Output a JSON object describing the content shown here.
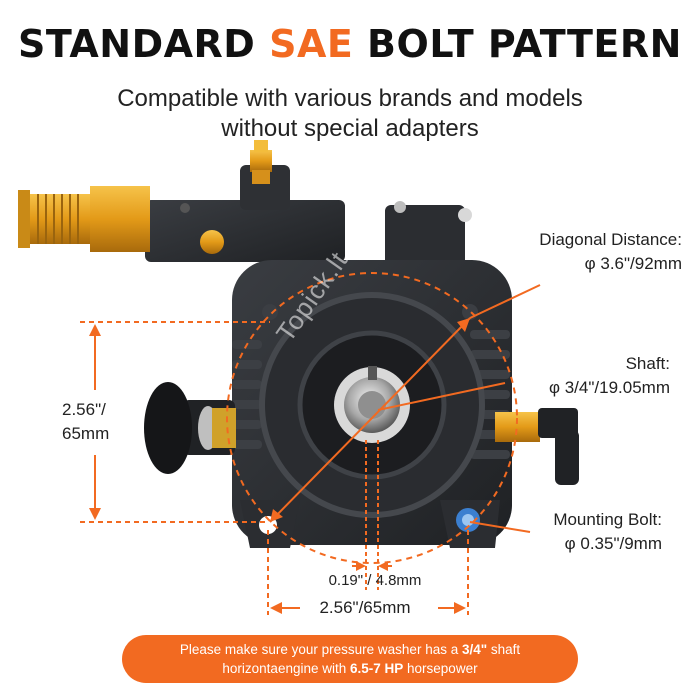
{
  "header": {
    "title_pre": "STANDARD ",
    "title_accent": "SAE",
    "title_post": " BOLT PATTERN",
    "subtitle_line1": "Compatible with various brands and models",
    "subtitle_line2": "without special adapters"
  },
  "specs": {
    "diagonal_label": "Diagonal Distance:",
    "diagonal_value": "φ 3.6\"/92mm",
    "shaft_label": "Shaft:",
    "shaft_value": "φ 3/4\"/19.05mm",
    "bolt_label": "Mounting Bolt:",
    "bolt_value": "φ 0.35\"/9mm"
  },
  "dimensions": {
    "vertical_line1": "2.56\"/",
    "vertical_line2": "65mm",
    "keyway": "0.19\" / 4.8mm",
    "horizontal": "2.56\"/65mm"
  },
  "watermark": "Topick.lt",
  "footer": {
    "part1": "Please make sure your pressure washer has a ",
    "bold1": "3/4\"",
    "part2": " shaft",
    "part3": "horizontaengine with ",
    "bold2": "6.5-7 HP",
    "part4": " horsepower"
  },
  "colors": {
    "accent": "#f26a21",
    "pump_body": "#2b2d30",
    "brass": "#e9a21f"
  }
}
